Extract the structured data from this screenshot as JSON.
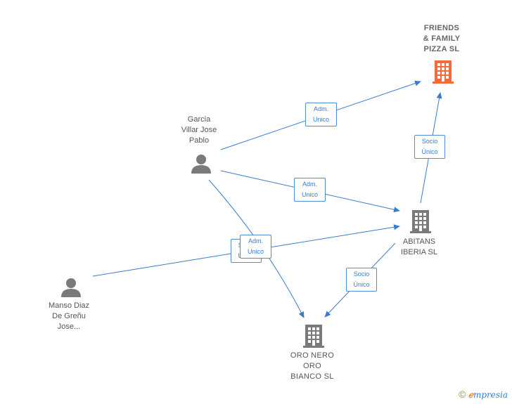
{
  "nodes": {
    "friends": {
      "label_lines": [
        "FRIENDS",
        "& FAMILY",
        "PIZZA  SL"
      ]
    },
    "garcia": {
      "label_lines": [
        "Garcia",
        "Villar Jose",
        "Pablo"
      ]
    },
    "abitans": {
      "label_lines": [
        "ABITANS",
        "IBERIA  SL"
      ]
    },
    "manso": {
      "label_lines": [
        "Manso Diaz",
        "De Greñu",
        "Jose..."
      ]
    },
    "oronero": {
      "label_lines": [
        "ORO NERO",
        "ORO",
        "BIANCO  SL"
      ]
    }
  },
  "edges": {
    "garcia_friends": {
      "label_lines": [
        "Adm.",
        "Unico"
      ]
    },
    "garcia_abitans": {
      "label_lines": [
        "Adm.",
        "Unico"
      ]
    },
    "abitans_friends": {
      "label_lines": [
        "Socio",
        "Único"
      ]
    },
    "manso_abitans": {
      "label_lines": [
        "Socio",
        "Único"
      ]
    },
    "garcia_oronero": {
      "label_lines": [
        "Adm.",
        "Unico"
      ]
    },
    "abitans_oronero": {
      "label_lines": [
        "Socio",
        "Único"
      ]
    }
  },
  "colors": {
    "edge": "#3a7cc8",
    "highlight_company": "#f26b3a",
    "company": "#7a7a7a",
    "person": "#7a7a7a"
  },
  "footer": {
    "copyright_symbol": "©",
    "brand_e": "ℯ",
    "brand_rest": "mpresia"
  }
}
